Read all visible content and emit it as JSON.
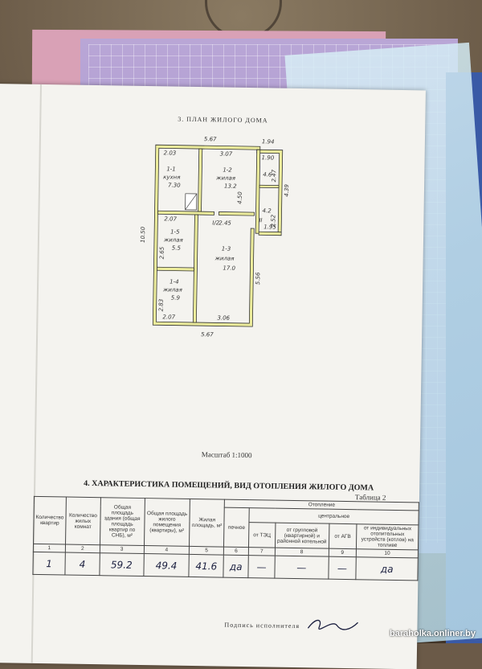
{
  "plan": {
    "title": "3. ПЛАН ЖИЛОГО ДОМА",
    "dims_outer": [
      "5.67",
      "5.67",
      "10.50",
      "1.94",
      "4.39",
      "5.56"
    ],
    "rooms": [
      {
        "id": "1-1",
        "name": "кухня",
        "area": "7.30"
      },
      {
        "id": "1-2",
        "name": "жилая",
        "area": "13.2"
      },
      {
        "id": "1-3",
        "name": "жилая",
        "area": "17.0"
      },
      {
        "id": "1-4",
        "name": "жилая",
        "area": "5.9"
      },
      {
        "id": "1-5",
        "name": "жилая",
        "area": "5.5"
      }
    ],
    "misc_labels": [
      "2.03",
      "3.07",
      "1.90",
      "4.6",
      "4.2",
      "2.07",
      "2.65",
      "2.83",
      "2.07",
      "3.06",
      "4.50",
      "2.45",
      "1.95",
      "2.52",
      "2.47",
      "I/2",
      "II"
    ]
  },
  "scale": "Масштаб 1:1000",
  "table": {
    "title": "4. ХАРАКТЕРИСТИКА ПОМЕЩЕНИЙ, ВИД ОТОПЛЕНИЯ ЖИЛОГО ДОМА",
    "number": "Таблица 2",
    "headers": {
      "h1": "Количество квартир",
      "h2": "Количество жилых комнат",
      "h3": "Общая площадь здания (общая площадь квартир по СНБ), м²",
      "h4": "Общая площадь жилого помещения (квартиры), м²",
      "h5": "Жилая площадь, м²",
      "heating": "Отопление",
      "pech": "печное",
      "central": "центральное",
      "tec": "от ТЭЦ",
      "group": "от групповой (квартирной) и районной котельной",
      "agv": "от АГВ",
      "individual": "от индивидуальных отопительных устройств (котлов) на топливе"
    },
    "col_numbers": [
      "1",
      "2",
      "3",
      "4",
      "5",
      "6",
      "7",
      "8",
      "9",
      "10"
    ],
    "row": {
      "c1": "1",
      "c2": "4",
      "c3": "59.2",
      "c4": "49.4",
      "c5": "41.6",
      "c6": "да",
      "c7": "—",
      "c8": "—",
      "c9": "—",
      "c10": "да"
    }
  },
  "signature_label": "Подпись исполнителя",
  "watermark": "baraholka.onliner.by"
}
